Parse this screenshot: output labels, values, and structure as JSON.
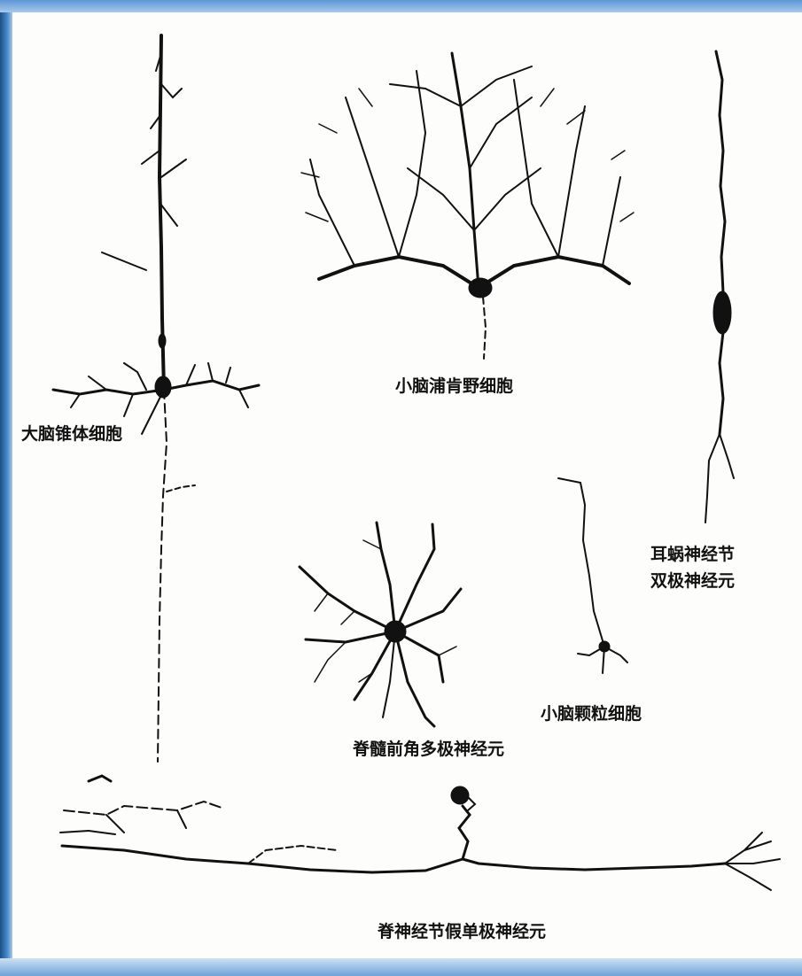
{
  "labels": {
    "cerebral_pyramidal": "大脑锥体细胞",
    "purkinje": "小脑浦肯野细胞",
    "cochlear_bipolar_line1": "耳蜗神经节",
    "cochlear_bipolar_line2": "双极神经元",
    "cerebellar_granule": "小脑颗粒细胞",
    "spinal_multipolar": "脊髓前角多极神经元",
    "pseudounipolar": "脊神经节假单极神经元"
  }
}
